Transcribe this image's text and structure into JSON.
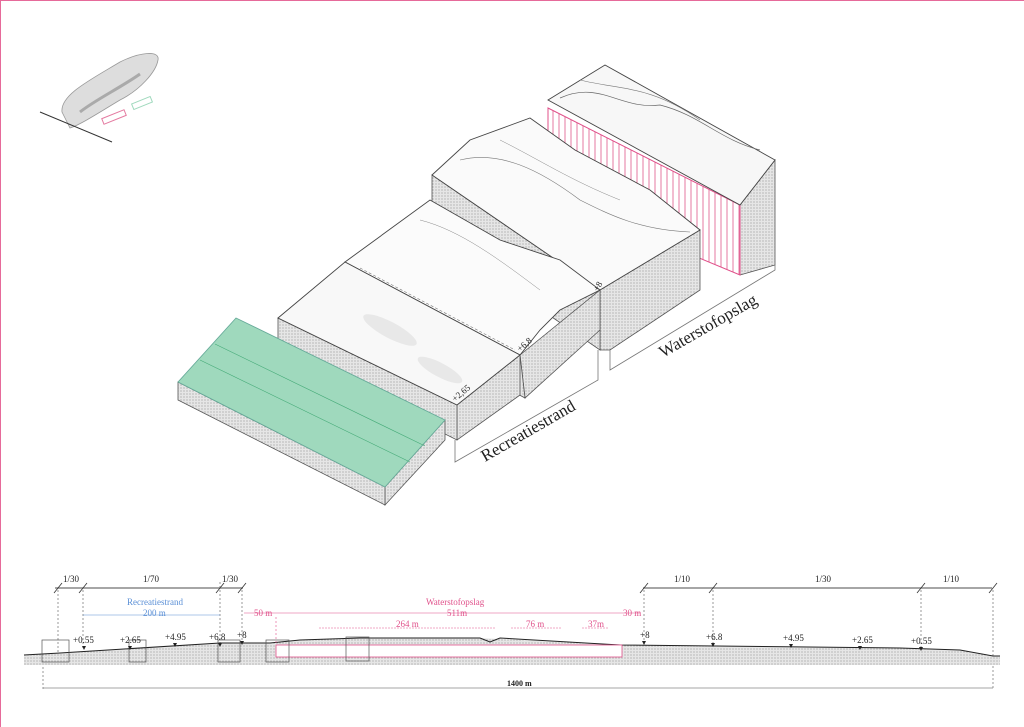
{
  "axonometric": {
    "labels": {
      "recreation": "Recreatiestrand",
      "hydrogen": "Waterstofopslag"
    },
    "levels": {
      "beach": "+2,65",
      "dune": "+6,8",
      "top": "+8"
    }
  },
  "section": {
    "slopes_left": [
      "1/30",
      "1/70",
      "1/30"
    ],
    "slopes_right": [
      "1/10",
      "1/30",
      "1/10"
    ],
    "recreation_label": "Recreatiestrand",
    "recreation_length": "200 m",
    "hydrogen_label": "Waterstofopslag",
    "hydrogen_length": "511m",
    "gap_left": "50 m",
    "gap_right": "30 m",
    "sub_lengths": [
      "264 m",
      "76 m",
      "37m"
    ],
    "levels_left": [
      "+0.55",
      "+2.65",
      "+4.95",
      "+6.8",
      "+8"
    ],
    "levels_right": [
      "+8",
      "+6.8",
      "+4.95",
      "+2.65",
      "+0.55"
    ],
    "total_length": "1400 m"
  },
  "colors": {
    "accent_pink": "#e0508a",
    "accent_blue": "#5a8fd6",
    "beach_green": "#9fd9bd"
  }
}
